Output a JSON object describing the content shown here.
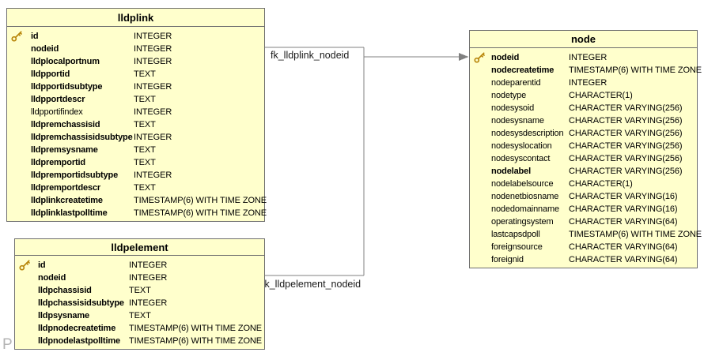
{
  "watermark": "P",
  "colors": {
    "table_fill": "#FFFFCC",
    "table_border": "#6E6E6E",
    "connector": "#808080",
    "key_icon_gold": "#B8860B",
    "text": "#000000",
    "watermark_gray": "#B4B4B4"
  },
  "tables": [
    {
      "title": "lldplink",
      "columns": [
        {
          "name": "id",
          "type": "INTEGER",
          "bold": true,
          "pk": true
        },
        {
          "name": "nodeid",
          "type": "INTEGER",
          "bold": true,
          "pk": false
        },
        {
          "name": "lldplocalportnum",
          "type": "INTEGER",
          "bold": true,
          "pk": false
        },
        {
          "name": "lldpportid",
          "type": "TEXT",
          "bold": true,
          "pk": false
        },
        {
          "name": "lldpportidsubtype",
          "type": "INTEGER",
          "bold": true,
          "pk": false
        },
        {
          "name": "lldpportdescr",
          "type": "TEXT",
          "bold": true,
          "pk": false
        },
        {
          "name": "lldpportifindex",
          "type": "INTEGER",
          "bold": false,
          "pk": false
        },
        {
          "name": "lldpremchassisid",
          "type": "TEXT",
          "bold": true,
          "pk": false
        },
        {
          "name": "lldpremchassisidsubtype",
          "type": "INTEGER",
          "bold": true,
          "pk": false
        },
        {
          "name": "lldpremsysname",
          "type": "TEXT",
          "bold": true,
          "pk": false
        },
        {
          "name": "lldpremportid",
          "type": "TEXT",
          "bold": true,
          "pk": false
        },
        {
          "name": "lldpremportidsubtype",
          "type": "INTEGER",
          "bold": true,
          "pk": false
        },
        {
          "name": "lldpremportdescr",
          "type": "TEXT",
          "bold": true,
          "pk": false
        },
        {
          "name": "lldplinkcreatetime",
          "type": "TIMESTAMP(6) WITH TIME ZONE",
          "bold": true,
          "pk": false
        },
        {
          "name": "lldplinklastpolltime",
          "type": "TIMESTAMP(6) WITH TIME ZONE",
          "bold": true,
          "pk": false
        }
      ]
    },
    {
      "title": "lldpelement",
      "columns": [
        {
          "name": "id",
          "type": "INTEGER",
          "bold": true,
          "pk": true
        },
        {
          "name": "nodeid",
          "type": "INTEGER",
          "bold": true,
          "pk": false
        },
        {
          "name": "lldpchassisid",
          "type": "TEXT",
          "bold": true,
          "pk": false
        },
        {
          "name": "lldpchassisidsubtype",
          "type": "INTEGER",
          "bold": true,
          "pk": false
        },
        {
          "name": "lldpsysname",
          "type": "TEXT",
          "bold": true,
          "pk": false
        },
        {
          "name": "lldpnodecreatetime",
          "type": "TIMESTAMP(6) WITH TIME ZONE",
          "bold": true,
          "pk": false
        },
        {
          "name": "lldpnodelastpolltime",
          "type": "TIMESTAMP(6) WITH TIME ZONE",
          "bold": true,
          "pk": false
        }
      ]
    },
    {
      "title": "node",
      "columns": [
        {
          "name": "nodeid",
          "type": "INTEGER",
          "bold": true,
          "pk": true
        },
        {
          "name": "nodecreatetime",
          "type": "TIMESTAMP(6) WITH TIME ZONE",
          "bold": true,
          "pk": false
        },
        {
          "name": "nodeparentid",
          "type": "INTEGER",
          "bold": false,
          "pk": false
        },
        {
          "name": "nodetype",
          "type": "CHARACTER(1)",
          "bold": false,
          "pk": false
        },
        {
          "name": "nodesysoid",
          "type": "CHARACTER VARYING(256)",
          "bold": false,
          "pk": false
        },
        {
          "name": "nodesysname",
          "type": "CHARACTER VARYING(256)",
          "bold": false,
          "pk": false
        },
        {
          "name": "nodesysdescription",
          "type": "CHARACTER VARYING(256)",
          "bold": false,
          "pk": false
        },
        {
          "name": "nodesyslocation",
          "type": "CHARACTER VARYING(256)",
          "bold": false,
          "pk": false
        },
        {
          "name": "nodesyscontact",
          "type": "CHARACTER VARYING(256)",
          "bold": false,
          "pk": false
        },
        {
          "name": "nodelabel",
          "type": "CHARACTER VARYING(256)",
          "bold": true,
          "pk": false
        },
        {
          "name": "nodelabelsource",
          "type": "CHARACTER(1)",
          "bold": false,
          "pk": false
        },
        {
          "name": "nodenetbiosname",
          "type": "CHARACTER VARYING(16)",
          "bold": false,
          "pk": false
        },
        {
          "name": "nodedomainname",
          "type": "CHARACTER VARYING(16)",
          "bold": false,
          "pk": false
        },
        {
          "name": "operatingsystem",
          "type": "CHARACTER VARYING(64)",
          "bold": false,
          "pk": false
        },
        {
          "name": "lastcapsdpoll",
          "type": "TIMESTAMP(6) WITH TIME ZONE",
          "bold": false,
          "pk": false
        },
        {
          "name": "foreignsource",
          "type": "CHARACTER VARYING(64)",
          "bold": false,
          "pk": false
        },
        {
          "name": "foreignid",
          "type": "CHARACTER VARYING(64)",
          "bold": false,
          "pk": false
        }
      ]
    }
  ],
  "relationships": [
    {
      "label": "fk_lldplink_nodeid",
      "from_table": "lldplink",
      "from_column": "nodeid",
      "to_table": "node",
      "to_column": "nodeid"
    },
    {
      "label": "fk_lldpelement_nodeid",
      "from_table": "lldpelement",
      "from_column": "nodeid",
      "to_table": "node",
      "to_column": "nodeid"
    }
  ]
}
